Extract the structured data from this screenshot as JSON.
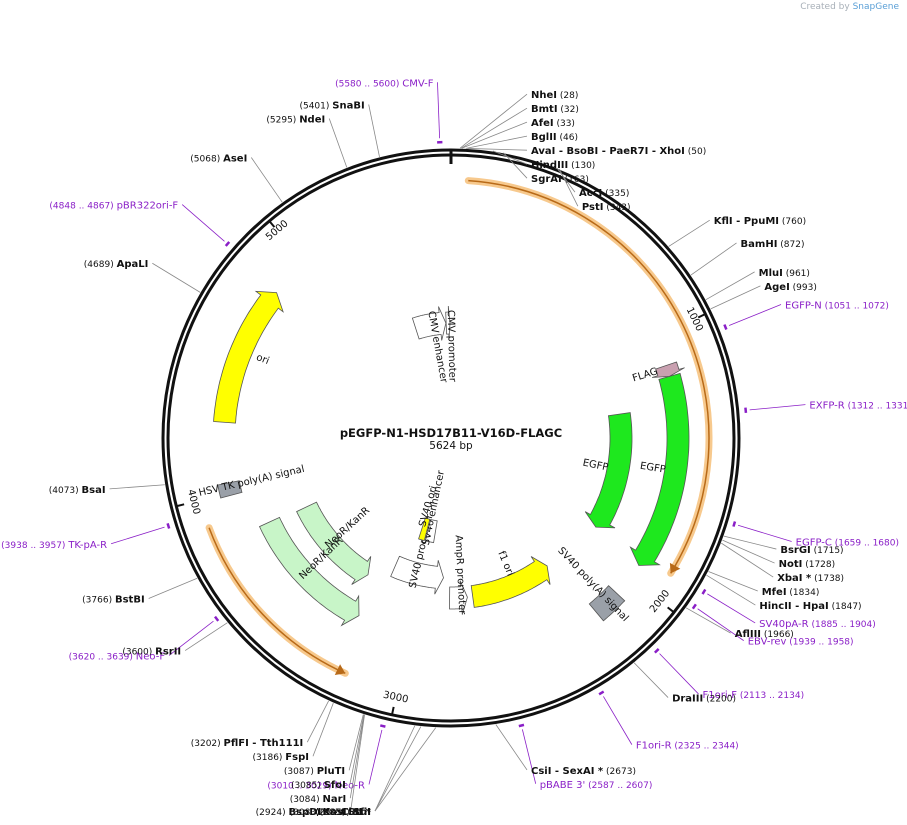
{
  "watermark": {
    "prefix": "Created by",
    "brand": "SnapGene"
  },
  "plasmid": {
    "name": "pEGFP-N1-HSD17B11-V16D-FLAGC",
    "length_label": "5624 bp",
    "length": 5624
  },
  "ticks": [
    {
      "pos": 1000,
      "label": "1000"
    },
    {
      "pos": 2000,
      "label": "2000"
    },
    {
      "pos": 3000,
      "label": "3000"
    },
    {
      "pos": 4000,
      "label": "4000"
    },
    {
      "pos": 5000,
      "label": "5000"
    }
  ],
  "features": [
    {
      "id": "cmv-enhancer",
      "start": 5345,
      "end": 5584,
      "dir": 1,
      "label": "CMV enhancer",
      "color": "#ffffff",
      "r": 115
    },
    {
      "id": "cmv-promoter",
      "start": 5586,
      "end": 5586,
      "dir": 1,
      "label": "CMV promoter",
      "color": "#ffffff",
      "r": 115
    },
    {
      "id": "egfp-inner",
      "start": 1280,
      "end": 1900,
      "dir": 1,
      "label": "EGFP",
      "color": "#1ee81e",
      "r": 170
    },
    {
      "id": "egfp-outer",
      "start": 1160,
      "end": 1940,
      "dir": 1,
      "label": "EGFP",
      "color": "#1ee81e",
      "r": 227
    },
    {
      "id": "flag",
      "start": 1115,
      "end": 1160,
      "dir": 1,
      "label": "FLAG",
      "color": "#c9a0b0",
      "r": 227
    },
    {
      "id": "sv40-polya",
      "start": 2080,
      "end": 2190,
      "dir": 0,
      "label": "SV40 poly(A) signal",
      "color": "#9aa0a8",
      "r": 227
    },
    {
      "id": "f1-ori",
      "start": 2235,
      "end": 2690,
      "dir": -1,
      "label": "f1 ori",
      "color": "#ffff00",
      "r": 160
    },
    {
      "id": "ampr-promoter",
      "start": 2720,
      "end": 2820,
      "dir": -1,
      "label": "AmpR promoter",
      "color": "#ffffff",
      "r": 160
    },
    {
      "id": "sv40-promoter",
      "start": 2860,
      "end": 3180,
      "dir": -1,
      "label": "SV40 promoter",
      "color": "#ffffff",
      "r": 140
    },
    {
      "id": "sv40-enhancer",
      "start": 2960,
      "end": 3030,
      "dir": 0,
      "label": "SV40 enhancer",
      "color": "#ffffff",
      "r": 95
    },
    {
      "id": "sv40-ori",
      "start": 3040,
      "end": 3090,
      "dir": 0,
      "label": "SV40 ori",
      "color": "#ffff00",
      "r": 95
    },
    {
      "id": "neokanr-inner",
      "start": 3300,
      "end": 3820,
      "dir": -1,
      "label": "NeoR/KanR",
      "color": "#c8f5c8",
      "r": 160
    },
    {
      "id": "neokanr-outer",
      "start": 3240,
      "end": 3830,
      "dir": -1,
      "label": "NeoR/KanR",
      "color": "#c8f5c8",
      "r": 200
    },
    {
      "id": "hsv-tk-polya",
      "start": 3990,
      "end": 4040,
      "dir": 0,
      "label": "HSV TK poly(A) signal",
      "color": "#9aa0a8",
      "r": 227
    },
    {
      "id": "ori",
      "start": 4280,
      "end": 4840,
      "dir": 1,
      "label": "ori",
      "color": "#ffff00",
      "r": 227
    }
  ],
  "orfs": [
    {
      "start": 60,
      "end": 1900,
      "dir": 1,
      "r": 258
    },
    {
      "start": 3190,
      "end": 3900,
      "dir": -1,
      "r": 258
    }
  ],
  "primers": [
    {
      "name": "CMV-F",
      "range": "(5580 .. 5600)",
      "pos": 5590
    },
    {
      "name": "pBR322ori-F",
      "range": "(4848 .. 4867)",
      "pos": 4858
    },
    {
      "name": "EGFP-N",
      "range": "(1051 .. 1072)",
      "pos": 1062
    },
    {
      "name": "EXFP-R",
      "range": "(1312 .. 1331)",
      "pos": 1322
    },
    {
      "name": "EGFP-C",
      "range": "(1659 .. 1680)",
      "pos": 1670
    },
    {
      "name": "SV40pA-R",
      "range": "(1885 .. 1904)",
      "pos": 1895
    },
    {
      "name": "EBV-rev",
      "range": "(1939 .. 1958)",
      "pos": 1948
    },
    {
      "name": "F1ori-F",
      "range": "(2113 .. 2134)",
      "pos": 2124
    },
    {
      "name": "F1ori-R",
      "range": "(2325 .. 2344)",
      "pos": 2335
    },
    {
      "name": "pBABE 3'",
      "range": "(2587 .. 2607)",
      "pos": 2597
    },
    {
      "name": "Neo-R",
      "range": "(3010 .. 3029)",
      "pos": 3020
    },
    {
      "name": "Neo-F",
      "range": "(3620 .. 3639)",
      "pos": 3630
    },
    {
      "name": "TK-pA-R",
      "range": "(3938 .. 3957)",
      "pos": 3948
    }
  ],
  "sites": [
    {
      "name": "NheI",
      "pos": 28,
      "pos_label": "(28)"
    },
    {
      "name": "BmtI",
      "pos": 32,
      "pos_label": "(32)"
    },
    {
      "name": "AfeI",
      "pos": 33,
      "pos_label": "(33)"
    },
    {
      "name": "BglII",
      "pos": 46,
      "pos_label": "(46)"
    },
    {
      "name": "AvaI  - BsoBI  - PaeR7I  - XhoI",
      "pos": 50,
      "pos_label": "(50)"
    },
    {
      "name": "HindIII",
      "pos": 130,
      "pos_label": "(130)"
    },
    {
      "name": "SgrAI",
      "pos": 163,
      "pos_label": "(163)"
    },
    {
      "name": "AccI",
      "pos": 335,
      "pos_label": "(335)"
    },
    {
      "name": "PstI",
      "pos": 343,
      "pos_label": "(343)"
    },
    {
      "name": "KflI  - PpuMI",
      "pos": 760,
      "pos_label": "(760)"
    },
    {
      "name": "BamHI",
      "pos": 872,
      "pos_label": "(872)"
    },
    {
      "name": "MluI",
      "pos": 961,
      "pos_label": "(961)"
    },
    {
      "name": "AgeI",
      "pos": 993,
      "pos_label": "(993)"
    },
    {
      "name": "BsrGI",
      "pos": 1715,
      "pos_label": "(1715)"
    },
    {
      "name": "NotI",
      "pos": 1728,
      "pos_label": "(1728)"
    },
    {
      "name": "XbaI *",
      "pos": 1738,
      "pos_label": "(1738)"
    },
    {
      "name": "MfeI",
      "pos": 1834,
      "pos_label": "(1834)"
    },
    {
      "name": "HincII  - HpaI",
      "pos": 1847,
      "pos_label": "(1847)"
    },
    {
      "name": "AflIII",
      "pos": 1966,
      "pos_label": "(1966)"
    },
    {
      "name": "DraIII",
      "pos": 2200,
      "pos_label": "(2200)"
    },
    {
      "name": "CsiI  - SexAI *",
      "pos": 2673,
      "pos_label": "(2673)"
    },
    {
      "name": "SfiI",
      "pos": 2859,
      "pos_label": "(2859)"
    },
    {
      "name": "StuI",
      "pos": 2905,
      "pos_label": "(2905)"
    },
    {
      "name": "BspDI *  - ClaI *",
      "pos": 2924,
      "pos_label": "(2924)"
    },
    {
      "name": "KasI",
      "pos": 3083,
      "pos_label": "(3083)"
    },
    {
      "name": "NarI",
      "pos": 3084,
      "pos_label": "(3084)"
    },
    {
      "name": "SfoI",
      "pos": 3085,
      "pos_label": "(3085)"
    },
    {
      "name": "PluTI",
      "pos": 3087,
      "pos_label": "(3087)"
    },
    {
      "name": "FspI",
      "pos": 3186,
      "pos_label": "(3186)"
    },
    {
      "name": "PflFI  - Tth111I",
      "pos": 3202,
      "pos_label": "(3202)"
    },
    {
      "name": "RsrII",
      "pos": 3600,
      "pos_label": "(3600)"
    },
    {
      "name": "BstBI",
      "pos": 3766,
      "pos_label": "(3766)"
    },
    {
      "name": "BsaI",
      "pos": 4073,
      "pos_label": "(4073)"
    },
    {
      "name": "ApaLI",
      "pos": 4689,
      "pos_label": "(4689)"
    },
    {
      "name": "AseI",
      "pos": 5068,
      "pos_label": "(5068)"
    },
    {
      "name": "NdeI",
      "pos": 5295,
      "pos_label": "(5295)"
    },
    {
      "name": "SnaBI",
      "pos": 5401,
      "pos_label": "(5401)"
    }
  ]
}
